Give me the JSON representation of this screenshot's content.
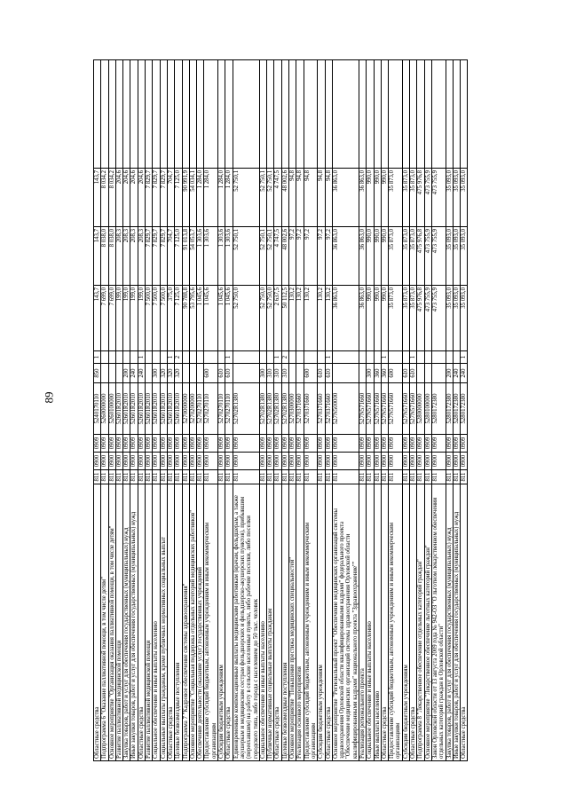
{
  "page_number": "89",
  "rows": [
    {
      "name": "Областные средства",
      "code": "811",
      "razdel": "0900",
      "podr": "0909",
      "csr": "5240170110",
      "vr": "850",
      "mark": "1",
      "a": "143,7",
      "b": "143,7",
      "c": "143,7"
    },
    {
      "name": "Подпрограмма 6 \"Оказание паллиативной помощи, в том числе детям\"",
      "code": "811",
      "razdel": "0900",
      "podr": "0909",
      "csr": "5260000000",
      "vr": "",
      "mark": "",
      "a": "7 699,0",
      "b": "8 038,0",
      "c": "8 034,2"
    },
    {
      "name": "Основное мероприятие \"Организация оказания паллиативной помощи, в том числе детям\"",
      "code": "811",
      "razdel": "0900",
      "podr": "0909",
      "csr": "5260100000",
      "vr": "",
      "mark": "",
      "a": "7 699,0",
      "b": "8 038,0",
      "c": "8 034,2"
    },
    {
      "name": "Развитие паллиативной медицинской помощи",
      "code": "811",
      "razdel": "0900",
      "podr": "0909",
      "csr": "52601R2010",
      "vr": "",
      "mark": "",
      "a": "199,0",
      "b": "208,3",
      "c": "204,6"
    },
    {
      "name": "Закупка товаров, работ и услуг для обеспечения государственных (муниципальных) нужд",
      "code": "811",
      "razdel": "0900",
      "podr": "0909",
      "csr": "52601R2010",
      "vr": "200",
      "mark": "",
      "a": "199,0",
      "b": "208,3",
      "c": "204,6"
    },
    {
      "name": "Иные закупки товаров, работ и услуг для обеспечения государственных (муниципальных) нужд",
      "code": "811",
      "razdel": "0900",
      "podr": "0909",
      "csr": "52601R2010",
      "vr": "240",
      "mark": "",
      "a": "199,0",
      "b": "208,3",
      "c": "204,6"
    },
    {
      "name": "Областные средства",
      "code": "811",
      "razdel": "0900",
      "podr": "0909",
      "csr": "52601R2010",
      "vr": "240",
      "mark": "1",
      "a": "199,0",
      "b": "208,3",
      "c": "204,6"
    },
    {
      "name": "Развитие паллиативной медицинской помощи",
      "code": "811",
      "razdel": "0900",
      "podr": "0909",
      "csr": "52601R2010",
      "vr": "",
      "mark": "",
      "a": "7 500,0",
      "b": "7 829,7",
      "c": "7 829,7"
    },
    {
      "name": "Социальное обеспечение и иные выплаты населению",
      "code": "811",
      "razdel": "0900",
      "podr": "0909",
      "csr": "52601R2010",
      "vr": "300",
      "mark": "",
      "a": "7 500,0",
      "b": "7 829,7",
      "c": "7 829,7"
    },
    {
      "name": "Социальные выплаты гражданам, кроме публичных нормативных социальных выплат",
      "code": "811",
      "razdel": "0900",
      "podr": "0909",
      "csr": "52601R2010",
      "vr": "320",
      "mark": "",
      "a": "7 500,0",
      "b": "7 829,7",
      "c": "7 829,7"
    },
    {
      "name": "Областные средства",
      "code": "811",
      "razdel": "0900",
      "podr": "0909",
      "csr": "52601R2010",
      "vr": "320",
      "mark": "1",
      "a": "375,0",
      "b": "704,7",
      "c": "704,7"
    },
    {
      "name": "Целевые безвозмездные поступления",
      "code": "811",
      "razdel": "0900",
      "podr": "0909",
      "csr": "52601R2010",
      "vr": "320",
      "mark": "2",
      "a": "7 125,0",
      "b": "7 125,0",
      "c": "7 125,0"
    },
    {
      "name": "Подпрограмма 7 \"Кадровое обеспечение системы здравоохранения\"",
      "code": "811",
      "razdel": "0900",
      "podr": "0909",
      "csr": "5270000000",
      "vr": "",
      "mark": "",
      "a": "90 788,8",
      "b": "91 013,8",
      "c": "90 991,9"
    },
    {
      "name": "Основное мероприятие \"Социальная поддержка отдельных категорий медицинских работников\"",
      "code": "811",
      "razdel": "0900",
      "podr": "0909",
      "csr": "5270200000",
      "vr": "",
      "mark": "",
      "a": "53 795,6",
      "b": "54 053,7",
      "c": "54 034,1"
    },
    {
      "name": "Обеспечение деятельности (оказание услуг) государственных учреждений",
      "code": "811",
      "razdel": "0900",
      "podr": "0909",
      "csr": "5270270110",
      "vr": "",
      "mark": "",
      "a": "1 045,6",
      "b": "1 303,6",
      "c": "1 284,0"
    },
    {
      "name": "Предоставление субсидий бюджетным, автономным учреждениям и иным некоммерческим организациям",
      "code": "811",
      "razdel": "0900",
      "podr": "0909",
      "csr": "5270270110",
      "vr": "600",
      "mark": "",
      "a": "1 045,6",
      "b": "1 303,6",
      "c": "1 284,0"
    },
    {
      "name": "Субсидии бюджетным учреждениям",
      "code": "811",
      "razdel": "0900",
      "podr": "0909",
      "csr": "5270270110",
      "vr": "610",
      "mark": "",
      "a": "1 045,6",
      "b": "1 303,6",
      "c": "1 284,0"
    },
    {
      "name": "Областные средства",
      "code": "811",
      "razdel": "0900",
      "podr": "0909",
      "csr": "5270270110",
      "vr": "610",
      "mark": "1",
      "a": "1 045,6",
      "b": "1 303,6",
      "c": "1 284,0"
    },
    {
      "name": "Единовременные компенсационные выплаты медицинским работникам (врачам, фельдшерам, а также акушеркам и медицинским сестрам фельдшерских и фельдшерско-акушерских пунктов), прибывшим (переехавшим) на работу в сельские населенные пункты, либо рабочие поселки, либо поселки городского типа, либо города с населением до 50 тыс. человек",
      "code": "811",
      "razdel": "0900",
      "podr": "0909",
      "csr": "52702R1380",
      "vr": "",
      "mark": "",
      "a": "52 750,0",
      "b": "52 750,1",
      "c": "52 750,1"
    },
    {
      "name": "Социальное обеспечение и иные выплаты населению",
      "code": "811",
      "razdel": "0900",
      "podr": "0909",
      "csr": "52702R1380",
      "vr": "300",
      "mark": "",
      "a": "52 750,0",
      "b": "52 750,1",
      "c": "52 750,1"
    },
    {
      "name": "Публичные нормативные социальные выплаты гражданам",
      "code": "811",
      "razdel": "0900",
      "podr": "0909",
      "csr": "52702R1380",
      "vr": "310",
      "mark": "",
      "a": "52 750,0",
      "b": "52 750,1",
      "c": "52 750,1"
    },
    {
      "name": "Областные средства",
      "code": "811",
      "razdel": "0900",
      "podr": "0909",
      "csr": "52702R1380",
      "vr": "310",
      "mark": "1",
      "a": "2 637,5",
      "b": "4 747,5",
      "c": "4 747,5"
    },
    {
      "name": "Целевые безвозмездные поступления",
      "code": "811",
      "razdel": "0900",
      "podr": "0909",
      "csr": "52702R1380",
      "vr": "310",
      "mark": "2",
      "a": "50 112,5",
      "b": "48 002,6",
      "c": "48 002,6"
    },
    {
      "name": "Основное мероприятие \"Повышение престижа медицинских специальностей\"",
      "code": "811",
      "razdel": "0900",
      "podr": "0909",
      "csr": "5270300000",
      "vr": "",
      "mark": "",
      "a": "130,2",
      "b": "97,2",
      "c": "94,8"
    },
    {
      "name": "Реализация основного мероприятия",
      "code": "811",
      "razdel": "0900",
      "podr": "0909",
      "csr": "5270371660",
      "vr": "",
      "mark": "",
      "a": "130,2",
      "b": "97,2",
      "c": "94,8"
    },
    {
      "name": "Предоставление субсидий бюджетным, автономным учреждениям и иным некоммерческим организациям",
      "code": "811",
      "razdel": "0900",
      "podr": "0909",
      "csr": "5270371660",
      "vr": "600",
      "mark": "",
      "a": "130,2",
      "b": "97,2",
      "c": "94,8"
    },
    {
      "name": "Субсидии бюджетным учреждениям",
      "code": "811",
      "razdel": "0900",
      "podr": "0909",
      "csr": "5270371660",
      "vr": "610",
      "mark": "",
      "a": "130,2",
      "b": "97,2",
      "c": "94,8"
    },
    {
      "name": "Областные средства",
      "code": "811",
      "razdel": "0900",
      "podr": "0909",
      "csr": "5270371660",
      "vr": "610",
      "mark": "1",
      "a": "130,2",
      "b": "97,2",
      "c": "94,8"
    },
    {
      "name": "Основное мероприятие \"Региональный проект \"Обеспечение медицинских организаций системы здравоохранения Орловской области квалифицированными кадрами\" федерального проекта \"Обеспечение медицинских организаций системы здравоохранения Орловской области квалифицированными кадрами\" национального проекта \"Здравоохранение\"\"",
      "code": "811",
      "razdel": "0900",
      "podr": "0909",
      "csr": "527N500000",
      "vr": "",
      "mark": "",
      "a": "36 863,0",
      "b": "36 863,0",
      "c": "36 863,0"
    },
    {
      "name": "Реализация регионального проекта",
      "code": "811",
      "razdel": "0900",
      "podr": "0909",
      "csr": "527N571660",
      "vr": "",
      "mark": "",
      "a": "36 863,0",
      "b": "36 863,0",
      "c": "36 863,0"
    },
    {
      "name": "Социальное обеспечение и иные выплаты населению",
      "code": "811",
      "razdel": "0900",
      "podr": "0909",
      "csr": "527N571660",
      "vr": "300",
      "mark": "",
      "a": "990,0",
      "b": "990,0",
      "c": "990,0"
    },
    {
      "name": "Иные выплаты населению",
      "code": "811",
      "razdel": "0900",
      "podr": "0909",
      "csr": "527N571660",
      "vr": "360",
      "mark": "",
      "a": "990,0",
      "b": "990,0",
      "c": "990,0"
    },
    {
      "name": "Областные средства",
      "code": "811",
      "razdel": "0900",
      "podr": "0909",
      "csr": "527N571660",
      "vr": "360",
      "mark": "1",
      "a": "990,0",
      "b": "990,0",
      "c": "990,0"
    },
    {
      "name": "Предоставление субсидий бюджетным, автономным учреждениям и иным некоммерческим организациям",
      "code": "811",
      "razdel": "0900",
      "podr": "0909",
      "csr": "527N571660",
      "vr": "600",
      "mark": "",
      "a": "35 873,0",
      "b": "35 873,0",
      "c": "35 873,0"
    },
    {
      "name": "Субсидии бюджетным учреждениям",
      "code": "811",
      "razdel": "0900",
      "podr": "0909",
      "csr": "527N571660",
      "vr": "610",
      "mark": "",
      "a": "35 873,0",
      "b": "35 873,0",
      "c": "35 873,0"
    },
    {
      "name": "Областные средства",
      "code": "811",
      "razdel": "0900",
      "podr": "0909",
      "csr": "527N571660",
      "vr": "610",
      "mark": "1",
      "a": "35 873,0",
      "b": "35 873,0",
      "c": "35 873,0"
    },
    {
      "name": "Подпрограмма 8 \"Лекарственное обеспечение отдельных категорий граждан\"",
      "code": "811",
      "razdel": "0900",
      "podr": "0909",
      "csr": "5280000000",
      "vr": "",
      "mark": "",
      "a": "475 976,8",
      "b": "475 976,8",
      "c": "475 976,8"
    },
    {
      "name": "Основное мероприятие \"Лекарственное обеспечение льготных категорий граждан\"",
      "code": "811",
      "razdel": "0900",
      "podr": "0909",
      "csr": "5280100000",
      "vr": "",
      "mark": "",
      "a": "473 755,9",
      "b": "473 755,9",
      "c": "473 755,9"
    },
    {
      "name": "Закон Орловской области от 13 августа 2009 года № 942-ОЗ \"О льготном лекарственном обеспечении отдельных категорий граждан в Орловской области\"",
      "code": "811",
      "razdel": "0900",
      "podr": "0909",
      "csr": "5280172380",
      "vr": "",
      "mark": "",
      "a": "473 755,9",
      "b": "473 755,9",
      "c": "473 755,9"
    },
    {
      "name": "Закупка товаров, работ и услуг для обеспечения государственных (муниципальных) нужд",
      "code": "811",
      "razdel": "0900",
      "podr": "0909",
      "csr": "5280172380",
      "vr": "200",
      "mark": "",
      "a": "35 093,0",
      "b": "35 093,0",
      "c": "35 093,0"
    },
    {
      "name": "Иные закупки товаров, работ и услуг для обеспечения государственных (муниципальных) нужд",
      "code": "811",
      "razdel": "0900",
      "podr": "0909",
      "csr": "5280172380",
      "vr": "240",
      "mark": "",
      "a": "35 093,0",
      "b": "35 093,0",
      "c": "35 093,0"
    },
    {
      "name": "Областные средства",
      "code": "811",
      "razdel": "0900",
      "podr": "0909",
      "csr": "5280172380",
      "vr": "240",
      "mark": "1",
      "a": "35 093,0",
      "b": "35 093,0",
      "c": "35 093,0"
    }
  ]
}
